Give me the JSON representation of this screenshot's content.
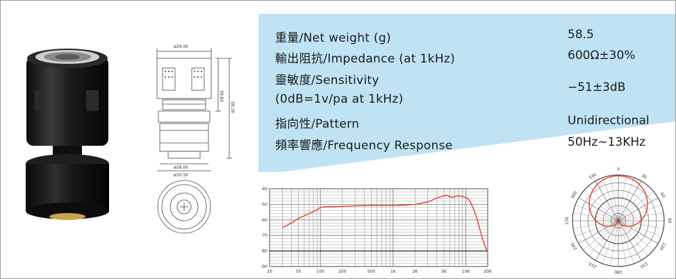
{
  "specs": [
    {
      "label": "重量/Net weight (g)",
      "value": "58.5"
    },
    {
      "label": "輸出阻抗/Impedance (at 1kHz)",
      "value": "600Ω±30%"
    },
    {
      "label": "靈敏度/Sensitivity",
      "label2": "(0dB=1v/pa at 1kHz)",
      "value": "−51±3dB"
    },
    {
      "label": "指向性/Pattern",
      "value": "Unidirectional"
    },
    {
      "label": "頻率響應/Frequency Response",
      "value": "50Hz~13KHz"
    }
  ],
  "drawing": {
    "dim_top": "ø29.00",
    "dim_h1": "39.80",
    "dim_h2": "58.30",
    "dim_b1": "ø28.00",
    "dim_b2": "ø30.50"
  },
  "chart_data": [
    {
      "type": "line",
      "title": "",
      "xscale": "log",
      "xlim": [
        20,
        20000
      ],
      "ylim": [
        -90,
        -40
      ],
      "x_tick_labels": [
        "20",
        "50",
        "100",
        "200",
        "500",
        "1K",
        "2K",
        "5K",
        "10K",
        "20K"
      ],
      "x_tick_values": [
        20,
        50,
        100,
        200,
        500,
        1000,
        2000,
        5000,
        10000,
        20000
      ],
      "y_tick_labels": [
        "-40",
        "-50",
        "-60",
        "-70",
        "-80",
        "-90"
      ],
      "y_tick_values": [
        -40,
        -50,
        -60,
        -70,
        -80,
        -90
      ],
      "grid": true,
      "series": [
        {
          "color": "#e8392b",
          "x": [
            30,
            40,
            50,
            70,
            90,
            100,
            120,
            150,
            200,
            300,
            500,
            800,
            1000,
            1500,
            2000,
            3000,
            4000,
            5000,
            5500,
            6000,
            6500,
            7000,
            8000,
            9000,
            10000,
            11000,
            12000,
            14000,
            16000,
            18000,
            20000
          ],
          "y": [
            -65,
            -62,
            -59,
            -56,
            -53.5,
            -52,
            -51.5,
            -51.5,
            -51.3,
            -51,
            -50.8,
            -50.8,
            -50.8,
            -50.5,
            -50,
            -48.5,
            -46,
            -44.5,
            -44.2,
            -45,
            -45.5,
            -45,
            -44.5,
            -45,
            -45.5,
            -47,
            -50,
            -58,
            -68,
            -76,
            -81
          ]
        }
      ]
    },
    {
      "type": "polar",
      "title": "",
      "angle_labels": [
        "0",
        "30",
        "60",
        "90",
        "120",
        "150",
        "180",
        "210",
        "240",
        "270",
        "300",
        "330"
      ],
      "angle_values": [
        0,
        30,
        60,
        90,
        120,
        150,
        180,
        210,
        240,
        270,
        300,
        330
      ],
      "radial_range": [
        0,
        1
      ],
      "grid": true,
      "series": [
        {
          "color": "#e8392b",
          "pattern": "cardioid",
          "theta": [
            0,
            30,
            60,
            90,
            120,
            150,
            180,
            210,
            240,
            270,
            300,
            330
          ],
          "r": [
            1.0,
            0.93,
            0.75,
            0.5,
            0.25,
            0.07,
            0.0,
            0.07,
            0.25,
            0.5,
            0.75,
            0.93
          ]
        }
      ]
    }
  ],
  "colors": {
    "panel": "#bfe3f3",
    "curve": "#e8392b"
  }
}
